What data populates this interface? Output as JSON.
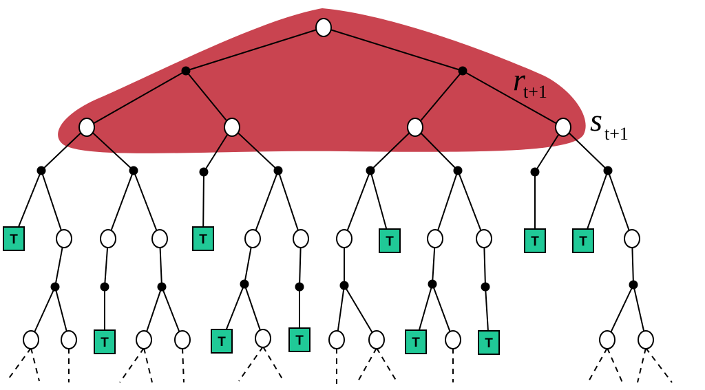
{
  "colors": {
    "highlight": "#c94450",
    "terminal": "#20c997"
  },
  "labels": {
    "reward": {
      "symbol": "r",
      "subscript": "t+1"
    },
    "state": {
      "symbol": "s",
      "subscript": "t+1"
    }
  },
  "terminal_text": "T"
}
